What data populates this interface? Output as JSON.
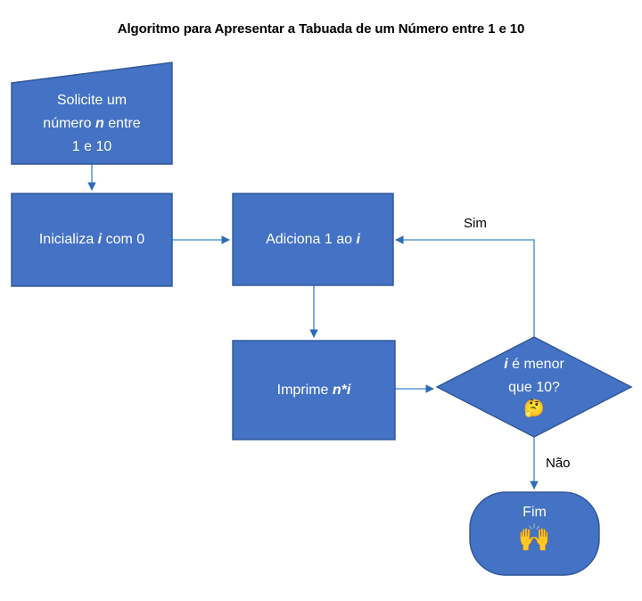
{
  "title": "Algoritmo para Apresentar a Tabuada de um Número entre 1 e 10",
  "colors": {
    "shape_fill": "#4472C4",
    "shape_stroke": "#2F5597",
    "connector": "#5B9BD5",
    "arrowhead": "#2E6DB4",
    "text_on_shape": "#FFFFFF",
    "label_text": "#000000",
    "background": "#FFFFFF"
  },
  "nodes": {
    "input": {
      "shape": "trapezoid",
      "line1": "Solicite um",
      "line2_a": "número ",
      "line2_em": "n",
      "line2_b": " entre",
      "line3": "1 e 10"
    },
    "init": {
      "shape": "process",
      "text_a": "Inicializa ",
      "text_em": "i",
      "text_b": " com 0"
    },
    "increment": {
      "shape": "process",
      "text_a": "Adiciona 1 ao ",
      "text_em": "i",
      "text_b": ""
    },
    "print": {
      "shape": "process",
      "text_a": "Imprime ",
      "text_em": "n*i",
      "text_b": ""
    },
    "decision": {
      "shape": "diamond",
      "line1_em": "i",
      "line1_rest": " é menor",
      "line2": "que 10?",
      "emoji": "🤔"
    },
    "end": {
      "shape": "terminator",
      "text": "Fim",
      "emoji": "🙌"
    }
  },
  "edges": [
    {
      "from": "input",
      "to": "init",
      "label": ""
    },
    {
      "from": "init",
      "to": "increment",
      "label": ""
    },
    {
      "from": "increment",
      "to": "print",
      "label": ""
    },
    {
      "from": "print",
      "to": "decision",
      "label": ""
    },
    {
      "from": "decision",
      "to": "increment",
      "label": "Sim"
    },
    {
      "from": "decision",
      "to": "end",
      "label": "Não"
    }
  ],
  "edge_labels": {
    "yes": "Sim",
    "no": "Não"
  }
}
